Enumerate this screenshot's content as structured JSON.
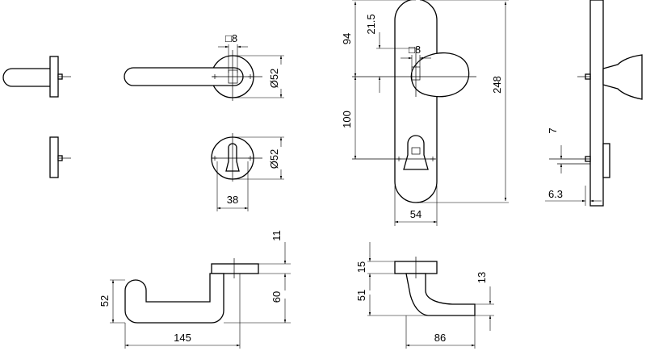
{
  "dimensions": {
    "sq8_a": "□8",
    "dia52_rose": "Ø52",
    "dia52_key": "Ø52",
    "w38": "38",
    "d94": "94",
    "d21_5": "21.5",
    "sq8_b": "□8",
    "d100": "100",
    "d248": "248",
    "w54": "54",
    "d7": "7",
    "d6_3": "6.3",
    "d11": "11",
    "d52": "52",
    "d60": "60",
    "w145": "145",
    "d15": "15",
    "d51": "51",
    "d13": "13",
    "w86": "86"
  }
}
